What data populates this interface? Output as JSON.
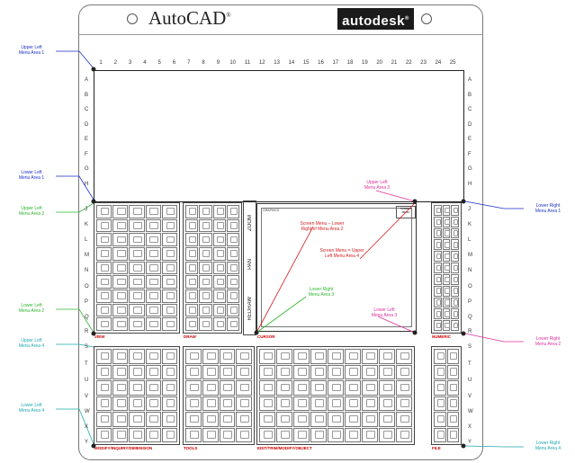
{
  "header": {
    "brand_left": "AutoCAD",
    "brand_left_mark": "®",
    "brand_right": "autodesk",
    "brand_right_mark": "®"
  },
  "columns": [
    "1",
    "2",
    "3",
    "4",
    "5",
    "6",
    "7",
    "8",
    "9",
    "10",
    "11",
    "12",
    "13",
    "14",
    "15",
    "16",
    "17",
    "18",
    "19",
    "20",
    "21",
    "22",
    "23",
    "24",
    "25"
  ],
  "rows": [
    "A",
    "B",
    "C",
    "D",
    "E",
    "F",
    "G",
    "H",
    "J",
    "K",
    "L",
    "M",
    "N",
    "O",
    "P",
    "Q",
    "R",
    "S",
    "T",
    "U",
    "V",
    "W",
    "X",
    "Y"
  ],
  "side_strip": [
    "ZOOM",
    "PAN",
    "REDRAW"
  ],
  "block_labels": {
    "lower_left_top": "VIEW",
    "mid_left_top": "DRAW",
    "screen_bottom": "CURSOR",
    "right_top": "NUMERIC",
    "lower_left_bottom": "MODIFY/INQUIRY/DIMENSION",
    "mid_left_bottom": "TOOLS",
    "mid_bottom": "EDIT/TRIM/MODIFY/OBJECT",
    "right_bottom": "FILE"
  },
  "screen": {
    "top_left_label": "GRAPHICS",
    "top_right_label": "SCREEN MENU"
  },
  "annotations": {
    "upper_left_1": "Upper Left\nMenu Area 1",
    "lower_left_1": "Lower Left\nMenu Area 1",
    "upper_left_2": "Upper Left\nMenu Area 2",
    "lower_left_2": "Lower Left\nMenu Area 2",
    "upper_left_4": "Upper Left\nMenu Area 4",
    "lower_left_4": "Lower Left\nMenu Area 4",
    "upper_left_3": "Upper Left\nMenu Area 3",
    "lower_right_1": "Lower Right\nMenu Area 1",
    "screen_lower_right_2": "Screen Menu – Lower\nRight of Menu Area 2",
    "screen_upper_left_4": "Screen Menu = Upper\nLeft Menu Area 4",
    "lower_right_3": "Lower Right\nMenu Area 3",
    "lower_left_3": "Lower Left\nMenu Area 3",
    "lower_right_2": "Lower Right\nMenu Area 2",
    "lower_right_4": "Lower Right\nMenu Area 4"
  },
  "colors": {
    "blue": "#1a2fc8",
    "green": "#2fb52f",
    "magenta": "#e0309a",
    "red": "#d42020",
    "cyan": "#1fa8b0"
  }
}
